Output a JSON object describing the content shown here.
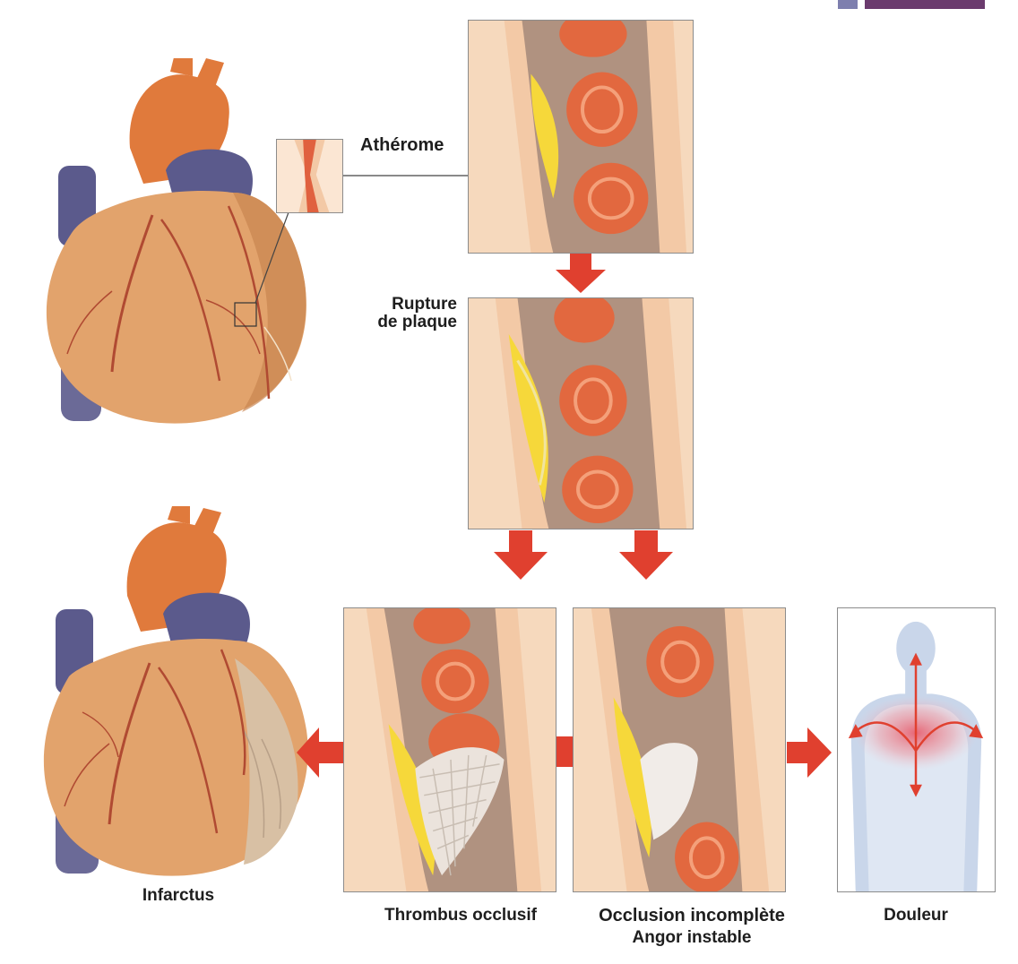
{
  "labels": {
    "atherome": "Athérome",
    "rupture_line1": "Rupture",
    "rupture_line2": "de plaque",
    "infarctus": "Infarctus",
    "thrombus": "Thrombus occlusif",
    "occlusion_line1": "Occlusion incomplète",
    "occlusion_line2": "Angor instable",
    "douleur": "Douleur"
  },
  "colors": {
    "arrow": "#e0402f",
    "heart_tissue": "#e2a36c",
    "heart_shadow": "#b86e3e",
    "vessel": "#5b5a8c",
    "aorta": "#e07a3c",
    "artery_wall": "#f3c9a6",
    "lumen": "#b09280",
    "blood_cell": "#e2683f",
    "plaque": "#f6d83a",
    "body_silhouette": "#c9d6ea",
    "pain": "#e85060",
    "corner_bar": "#6b3b6e"
  }
}
